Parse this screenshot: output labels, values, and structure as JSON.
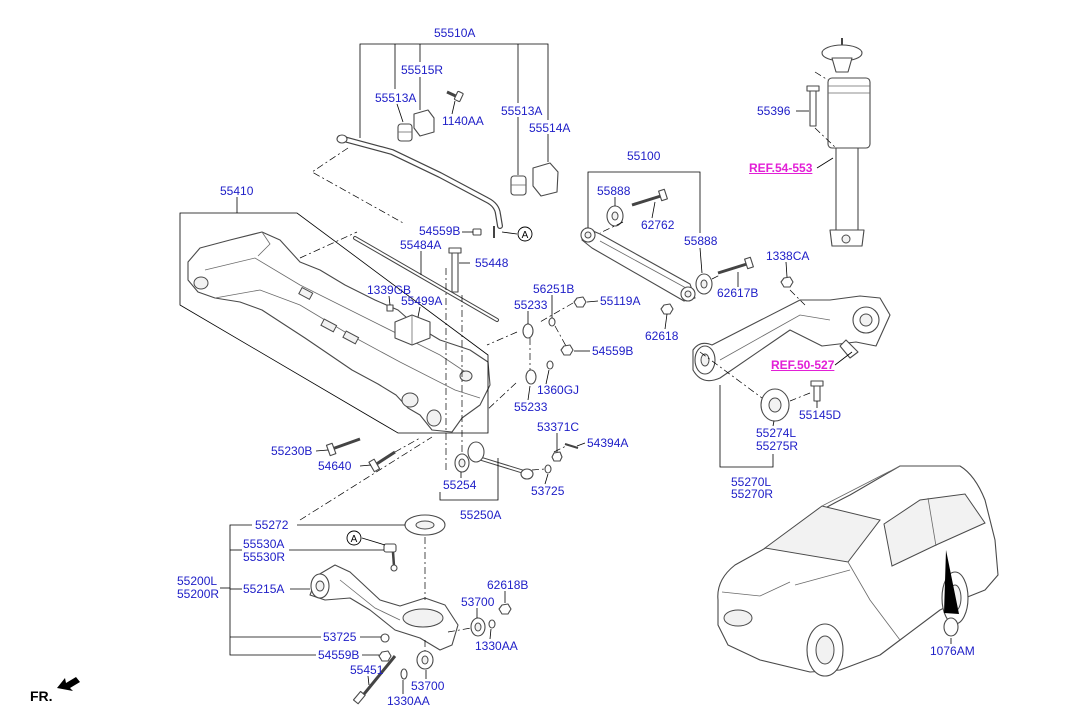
{
  "diagram": {
    "part_numbers": [
      "55510A",
      "55515R",
      "55513A",
      "1140AA",
      "55513A",
      "55514A",
      "55100",
      "55888",
      "62762",
      "55888",
      "55396",
      "55410",
      "54559B",
      "55484A",
      "55448",
      "1338CA",
      "56251B",
      "1339GB",
      "55499A",
      "55233",
      "55119A",
      "62617B",
      "62618",
      "54559B",
      "1360GJ",
      "55233",
      "55145D",
      "53371C",
      "55274L",
      "55275R",
      "54394A",
      "55230B",
      "54640",
      "55254",
      "53725",
      "55270L",
      "55270R",
      "55250A",
      "55272",
      "55530A",
      "55530R",
      "55200L",
      "55200R",
      "55215A",
      "62618B",
      "53700",
      "1330AA",
      "53725",
      "54559B",
      "55451",
      "53700",
      "1330AA",
      "1076AM"
    ],
    "references": [
      "REF.54-553",
      "REF.50-527"
    ],
    "markers": [
      "A",
      "A"
    ],
    "direction": "FR."
  },
  "colors": {
    "callout": "#2020c8",
    "reference": "#e21fd6",
    "line": "#000000"
  }
}
